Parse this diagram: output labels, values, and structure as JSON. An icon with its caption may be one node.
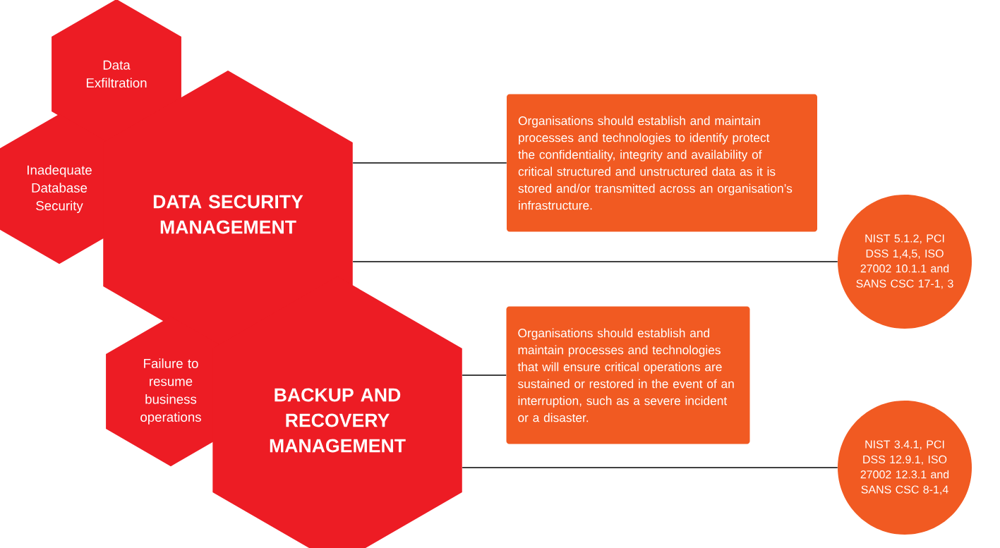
{
  "diagram": {
    "nodes": [
      {
        "text": [
          "Data Exfiltration"
        ]
      },
      {
        "text": [
          "Inadequate Database Security"
        ]
      },
      {
        "text": [
          "DATA SECURITY MANAGEMENT"
        ]
      },
      {
        "text": [
          "Failure to resume business operations"
        ]
      },
      {
        "text": [
          "BACKUP AND RECOVERY MANAGEMENT"
        ]
      },
      {
        "text": [
          "Organisations should establish and maintain processes and technologies to identify protect the confidentiality, integrity and availability of critical structured and unstructured data as it is stored and/or transmitted across an organisation’s infrastructure."
        ]
      },
      {
        "text": [
          "NIST 5.1.2, PCI DSS 1,4,5, ISO 27002 10.1.1 and SANS CSC 17-1, 3"
        ]
      },
      {
        "text": [
          "Organisations should establish and maintain processes and technologies that will ensure critical operations are sustained or restored in the event of an interruption, such as a severe incident or a disaster."
        ]
      },
      {
        "text": [
          "NIST 3.4.1, PCI DSS 12.9.1, ISO 27002 12.3.1 and SANS CSC 8-1,4"
        ]
      }
    ],
    "edges": [
      {
        "from": 2,
        "to": 5,
        "arrow": "none"
      },
      {
        "from": 2,
        "to": 6,
        "arrow": "none"
      },
      {
        "from": 4,
        "to": 7,
        "arrow": "none"
      },
      {
        "from": 4,
        "to": 8,
        "arrow": "none"
      }
    ]
  }
}
